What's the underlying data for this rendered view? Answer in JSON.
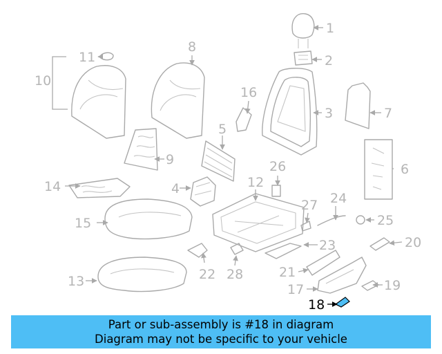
{
  "diagram": {
    "callouts": [
      {
        "id": "1",
        "label": "1"
      },
      {
        "id": "2",
        "label": "2"
      },
      {
        "id": "3",
        "label": "3"
      },
      {
        "id": "4",
        "label": "4"
      },
      {
        "id": "5",
        "label": "5"
      },
      {
        "id": "6",
        "label": "6"
      },
      {
        "id": "7",
        "label": "7"
      },
      {
        "id": "8",
        "label": "8"
      },
      {
        "id": "9",
        "label": "9"
      },
      {
        "id": "10",
        "label": "10"
      },
      {
        "id": "11",
        "label": "11"
      },
      {
        "id": "12",
        "label": "12"
      },
      {
        "id": "13",
        "label": "13"
      },
      {
        "id": "14",
        "label": "14"
      },
      {
        "id": "15",
        "label": "15"
      },
      {
        "id": "16",
        "label": "16"
      },
      {
        "id": "17",
        "label": "17"
      },
      {
        "id": "18",
        "label": "18",
        "highlighted": true
      },
      {
        "id": "19",
        "label": "19"
      },
      {
        "id": "20",
        "label": "20"
      },
      {
        "id": "21",
        "label": "21"
      },
      {
        "id": "22",
        "label": "22"
      },
      {
        "id": "23",
        "label": "23"
      },
      {
        "id": "24",
        "label": "24"
      },
      {
        "id": "25",
        "label": "25"
      },
      {
        "id": "26",
        "label": "26"
      },
      {
        "id": "27",
        "label": "27"
      },
      {
        "id": "28",
        "label": "28"
      }
    ],
    "colors": {
      "line": "#a9a9a9",
      "highlight_part": "#4ebef5",
      "highlight_text": "#000000"
    }
  },
  "banner": {
    "line1": "Part or sub-assembly is #18 in diagram",
    "line2": "Diagram may not be specific to your vehicle",
    "color": "#4ebef5"
  }
}
